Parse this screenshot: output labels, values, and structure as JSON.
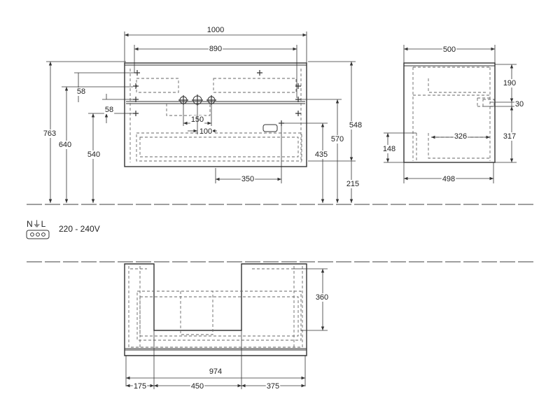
{
  "power": {
    "symbol_label": "N⏚L",
    "voltage": "220 - 240V"
  },
  "front_view": {
    "dims": {
      "width_total": "1000",
      "width_inner": "890",
      "height_763": "763",
      "height_640": "640",
      "height_540": "540",
      "offset_58_top": "58",
      "offset_58_bottom": "58",
      "spacing_150": "150",
      "spacing_100": "100",
      "offset_350": "350",
      "height_435": "435",
      "height_570": "570",
      "height_548": "548",
      "height_215": "215"
    }
  },
  "side_view": {
    "dims": {
      "depth_500": "500",
      "depth_498": "498",
      "height_190": "190",
      "height_30": "30",
      "height_317": "317",
      "width_326": "326",
      "height_148": "148"
    }
  },
  "top_view": {
    "dims": {
      "width_974": "974",
      "depth_360": "360",
      "left_175": "175",
      "cutout_450": "450",
      "right_375": "375"
    }
  }
}
